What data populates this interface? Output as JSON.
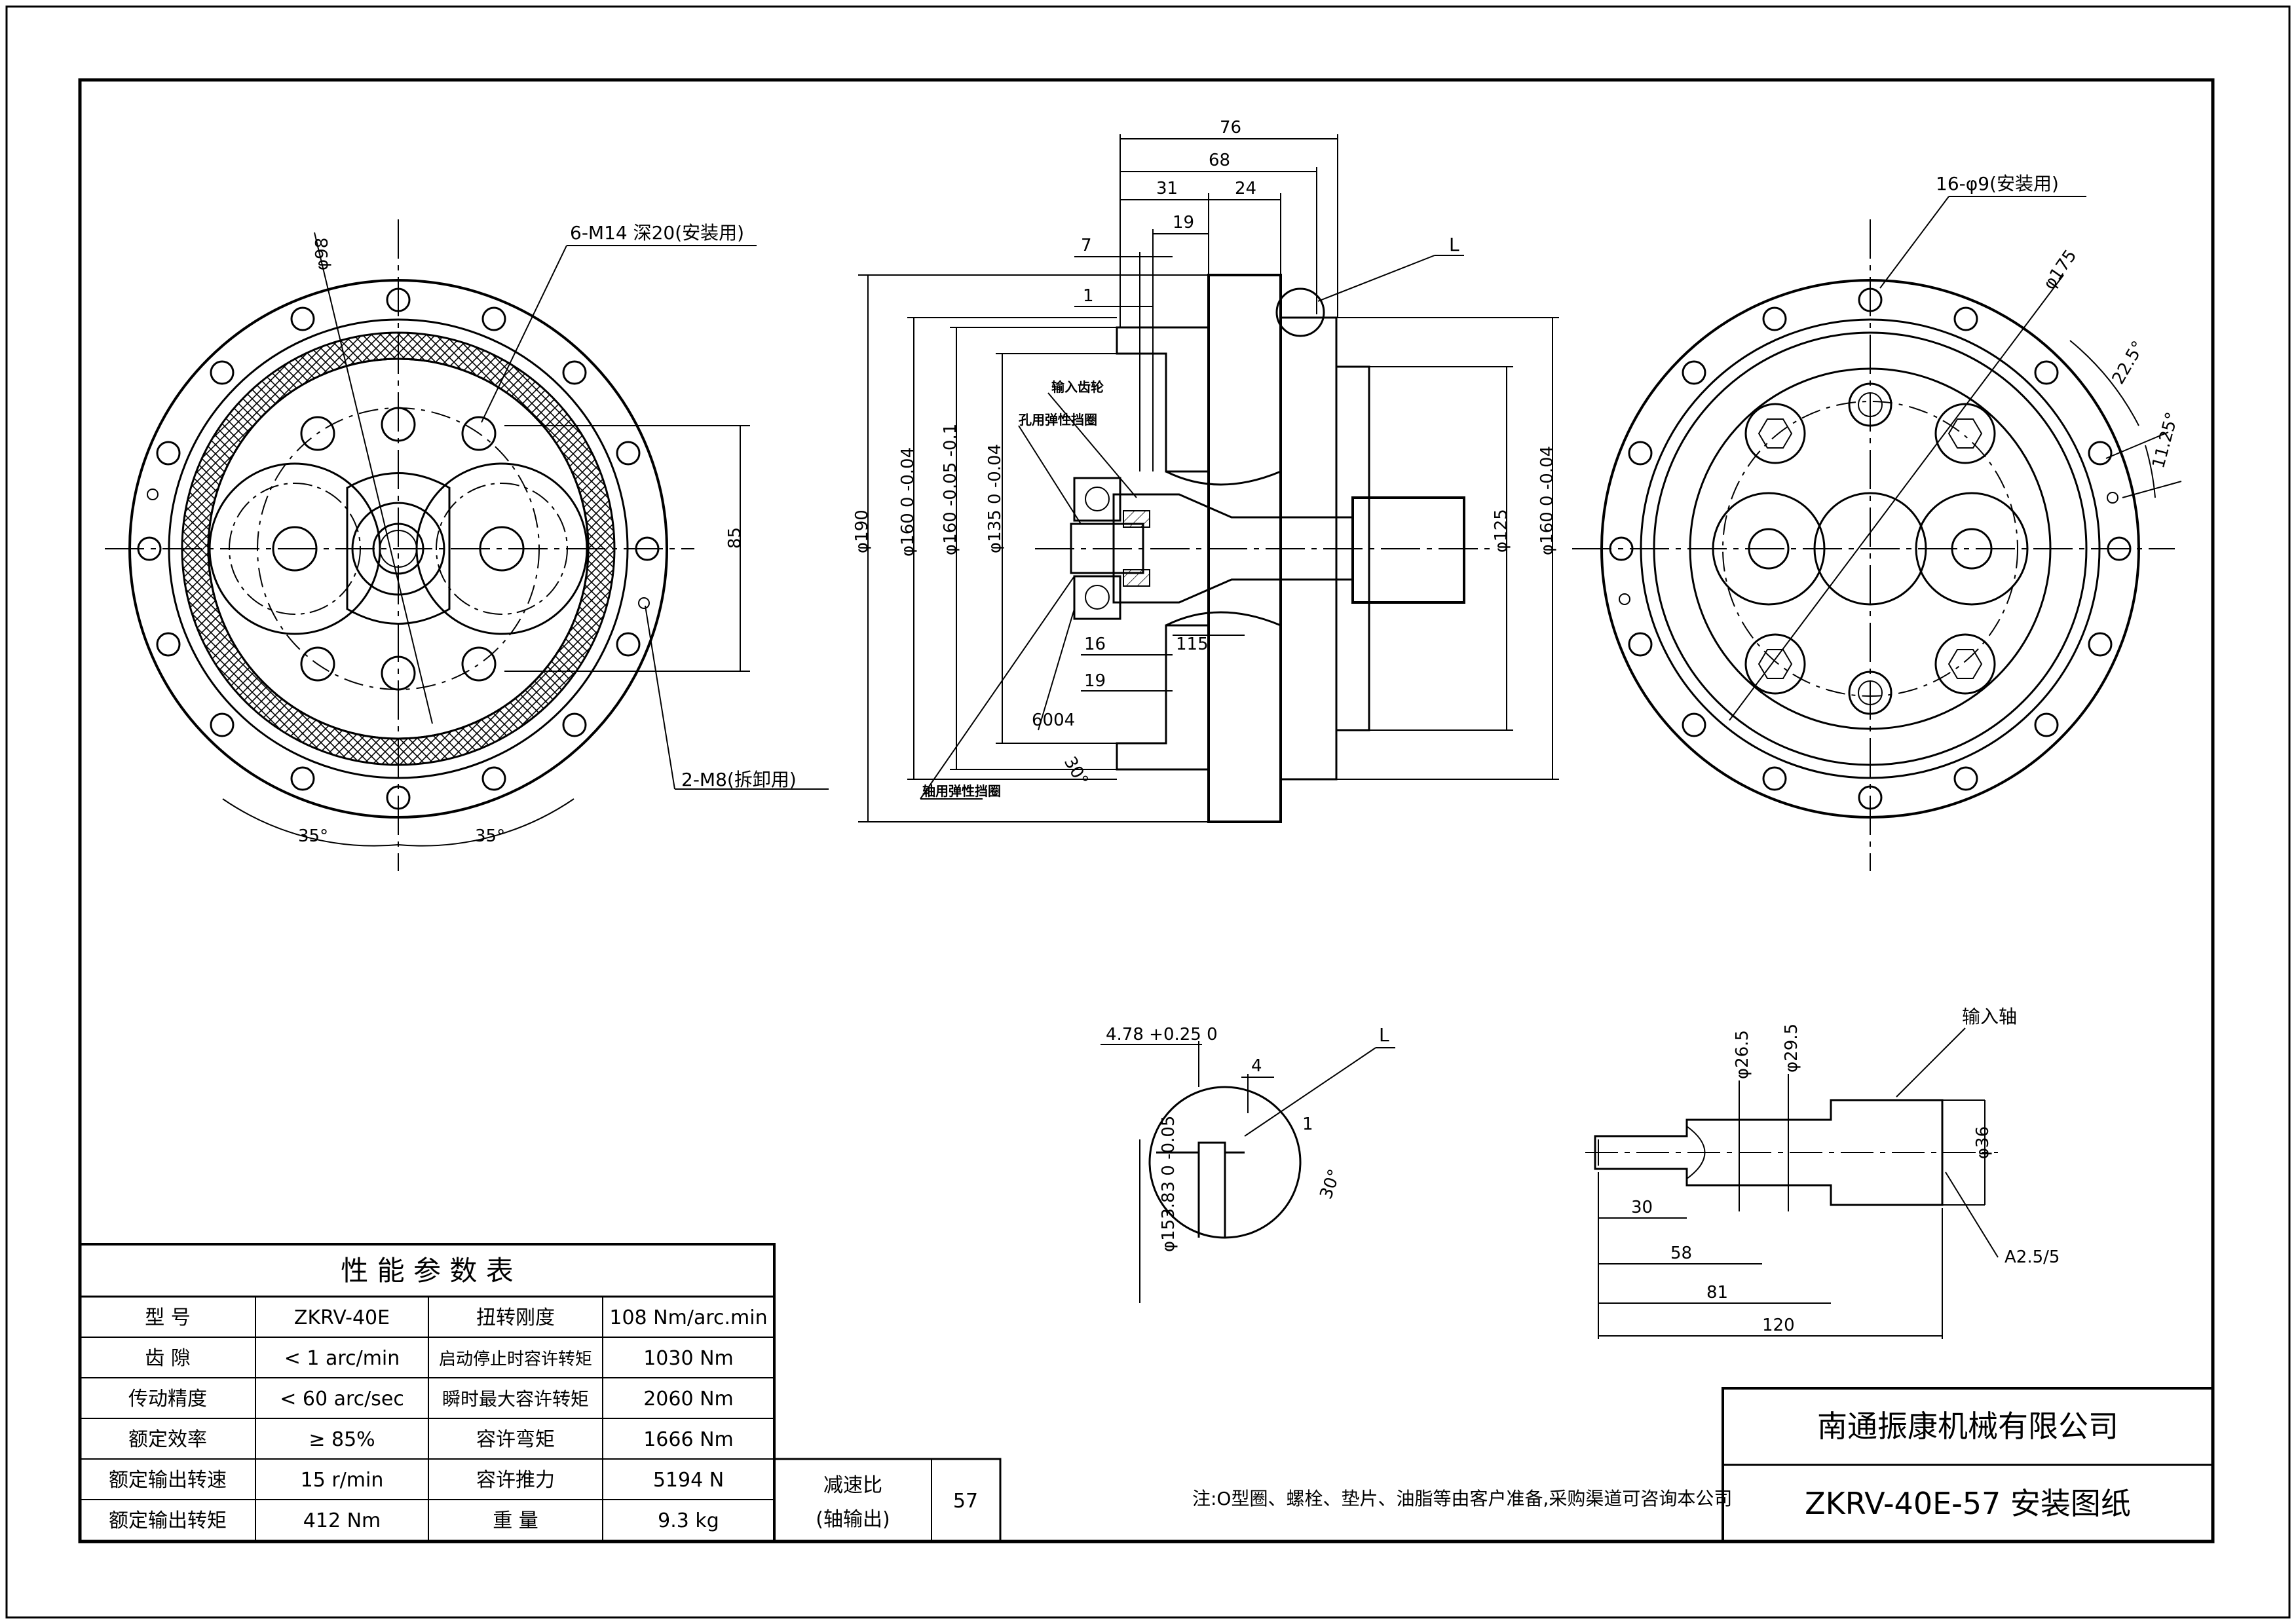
{
  "drawing": {
    "front_view": {
      "phi98": "φ98",
      "m14": "6-M14 深20(安装用)",
      "m8": "2-M8(拆卸用)",
      "d85": "85",
      "a35_left": "35°",
      "a35_right": "35°"
    },
    "section_view": {
      "d76": "76",
      "d68": "68",
      "d31": "31",
      "d24": "24",
      "d19_top": "19",
      "d7": "7",
      "d1": "1",
      "L": "L",
      "input_gear": "输入齿轮",
      "hole_ring": "孔用弹性挡圈",
      "shaft_ring": "轴用弹性挡圈",
      "bearing": "6004",
      "a30": "30°",
      "d16": "16",
      "d115": "115",
      "d19_bot": "19",
      "phi190": "φ190",
      "phi160a": "φ160 0 -0.04",
      "phi160b": "φ160 -0.05 -0.1",
      "phi135": "φ135 0 -0.04",
      "phi125": "φ125",
      "phi160c": "φ160 0 -0.04"
    },
    "rear_view": {
      "holes": "16-φ9(安装用)",
      "phi175": "φ175",
      "a225": "22.5°",
      "a1125": "11.25°"
    },
    "detail_L": {
      "d478": "4.78 +0.25 0",
      "d4": "4",
      "L": "L",
      "d1": "1",
      "a30": "30°",
      "phi15383": "φ153.83 0 -0.05"
    },
    "input_shaft": {
      "title": "输入轴",
      "phi265": "φ26.5",
      "phi295": "φ29.5",
      "phi36": "φ36",
      "d30": "30",
      "d58": "58",
      "d81": "81",
      "d120": "120",
      "a25": "A2.5/5"
    }
  },
  "table": {
    "title": "性 能 参 数 表",
    "rows": [
      [
        "型 号",
        "ZKRV-40E",
        "扭转刚度",
        "108 Nm/arc.min"
      ],
      [
        "齿 隙",
        "< 1 arc/min",
        "启动停止时容许转矩",
        "1030 Nm"
      ],
      [
        "传动精度",
        "< 60 arc/sec",
        "瞬时最大容许转矩",
        "2060 Nm"
      ],
      [
        "额定效率",
        "≥ 85%",
        "容许弯矩",
        "1666 Nm"
      ],
      [
        "额定输出转速",
        "15 r/min",
        "容许推力",
        "5194 N"
      ],
      [
        "额定输出转矩",
        "412 Nm",
        "重 量",
        "9.3 kg"
      ]
    ],
    "ratio_label_1": "减速比",
    "ratio_label_2": "(轴输出)",
    "ratio_value": "57"
  },
  "note": "注:O型圈、螺栓、垫片、油脂等由客户准备,采购渠道可咨询本公司",
  "title_block": {
    "company": "南通振康机械有限公司",
    "drawing_title": "ZKRV-40E-57 安装图纸"
  }
}
